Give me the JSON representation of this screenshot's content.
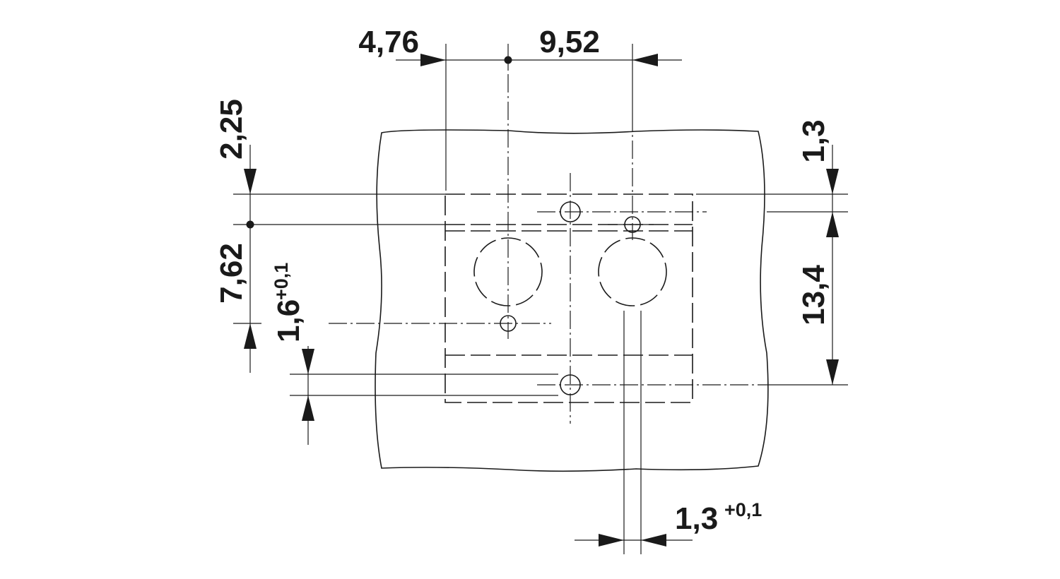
{
  "drawing": {
    "dimensions": {
      "top_left": "4,76",
      "top_span": "9,52",
      "left_top": "2,25",
      "left_mid": "7,62",
      "left_hole_base": "1,6",
      "left_hole_tol": "+0,1",
      "right_top": "1,3",
      "right_span": "13,4",
      "bottom_base": "1,3",
      "bottom_tol": "+0,1"
    }
  }
}
